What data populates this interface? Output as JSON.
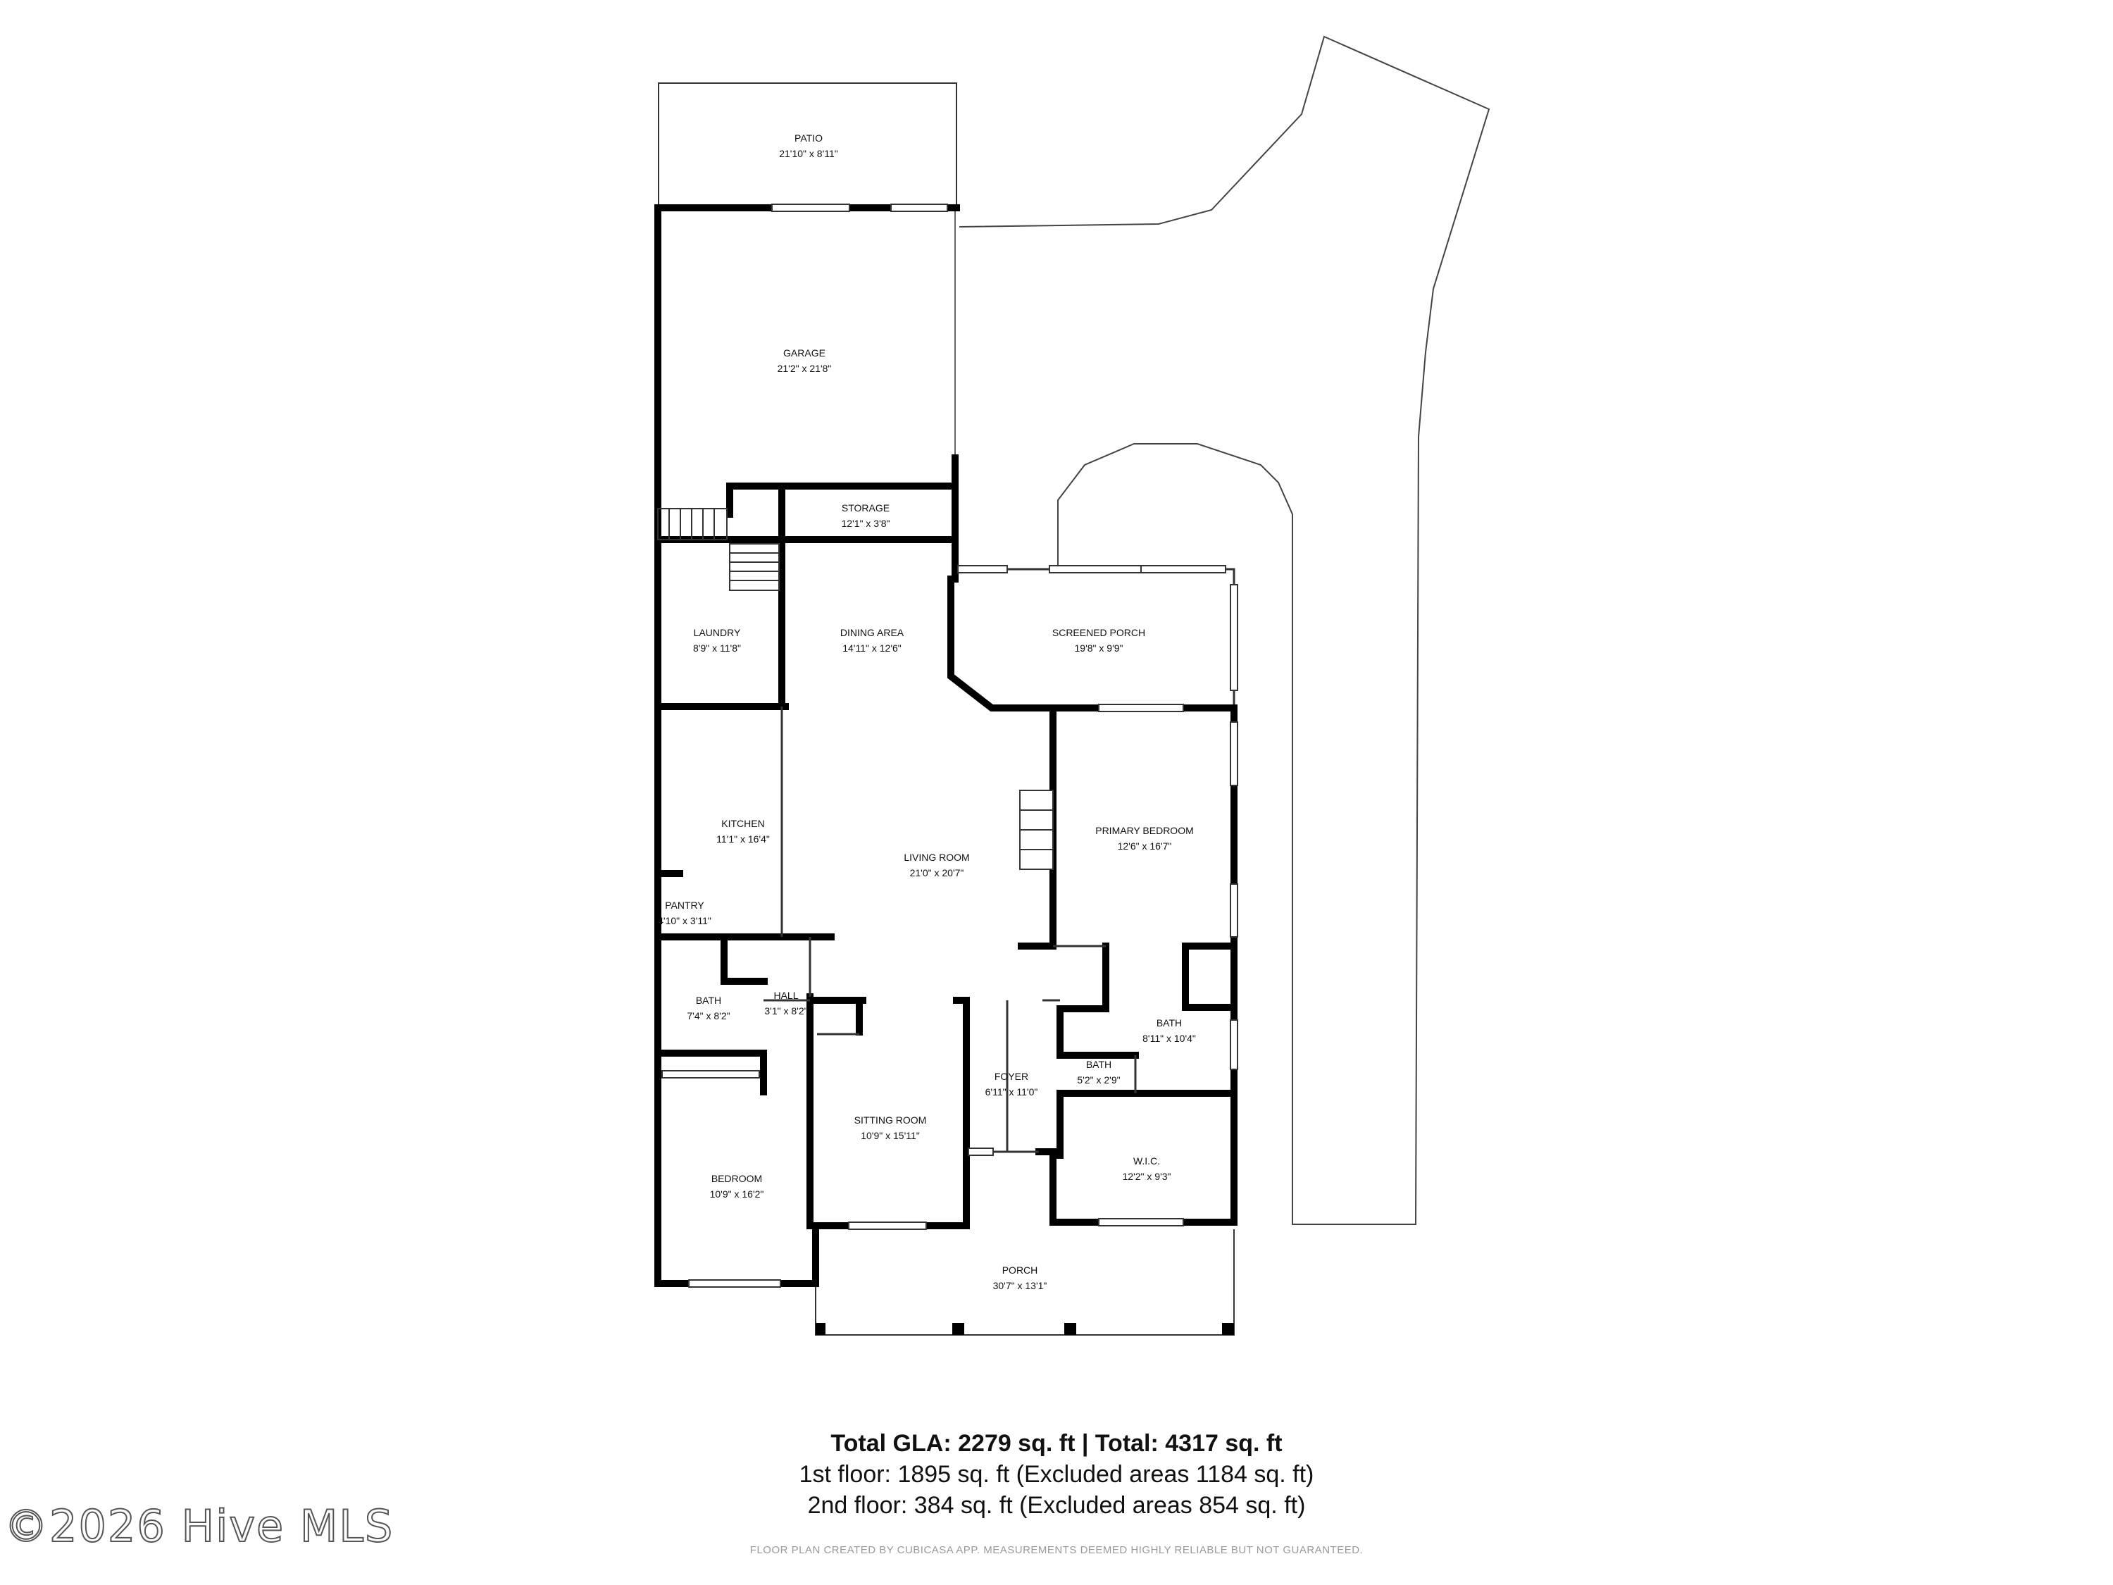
{
  "rooms": {
    "patio": {
      "name": "PATIO",
      "dims": "21'10\" x 8'11\""
    },
    "garage": {
      "name": "GARAGE",
      "dims": "21'2\" x 21'8\""
    },
    "storage": {
      "name": "STORAGE",
      "dims": "12'1\" x 3'8\""
    },
    "laundry": {
      "name": "LAUNDRY",
      "dims": "8'9\" x 11'8\""
    },
    "dining": {
      "name": "DINING AREA",
      "dims": "14'11\" x 12'6\""
    },
    "screened_porch": {
      "name": "SCREENED PORCH",
      "dims": "19'8\" x 9'9\""
    },
    "kitchen": {
      "name": "KITCHEN",
      "dims": "11'1\" x 16'4\""
    },
    "living": {
      "name": "LIVING ROOM",
      "dims": "21'0\" x 20'7\""
    },
    "primary_bedroom": {
      "name": "PRIMARY BEDROOM",
      "dims": "12'6\" x 16'7\""
    },
    "pantry": {
      "name": "PANTRY",
      "dims": "4'10\" x 3'11\""
    },
    "bath_left": {
      "name": "BATH",
      "dims": "7'4\" x 8'2\""
    },
    "hall": {
      "name": "HALL",
      "dims": "3'1\" x 8'2\""
    },
    "bath_primary": {
      "name": "BATH",
      "dims": "8'11\" x 10'4\""
    },
    "bath_small": {
      "name": "BATH",
      "dims": "5'2\" x 2'9\""
    },
    "foyer": {
      "name": "FOYER",
      "dims": "6'11\" x 11'0\""
    },
    "sitting_room": {
      "name": "SITTING ROOM",
      "dims": "10'9\" x 15'11\""
    },
    "wic": {
      "name": "W.I.C.",
      "dims": "12'2\" x 9'3\""
    },
    "bedroom": {
      "name": "BEDROOM",
      "dims": "10'9\" x 16'2\""
    },
    "porch": {
      "name": "PORCH",
      "dims": "30'7\" x 13'1\""
    }
  },
  "summary": {
    "title": "Total GLA: 2279 sq. ft | Total: 4317 sq. ft",
    "first_floor": "1st floor: 1895 sq. ft (Excluded areas 1184 sq. ft)",
    "second_floor": "2nd floor: 384 sq. ft (Excluded areas 854 sq. ft)"
  },
  "disclaimer": "FLOOR PLAN CREATED BY CUBICASA APP. MEASUREMENTS DEEMED HIGHLY RELIABLE BUT NOT GUARANTEED.",
  "watermark": "©2026 Hive MLS",
  "colors": {
    "wall": "#000000",
    "thin_line": "#333333",
    "background": "#ffffff"
  }
}
